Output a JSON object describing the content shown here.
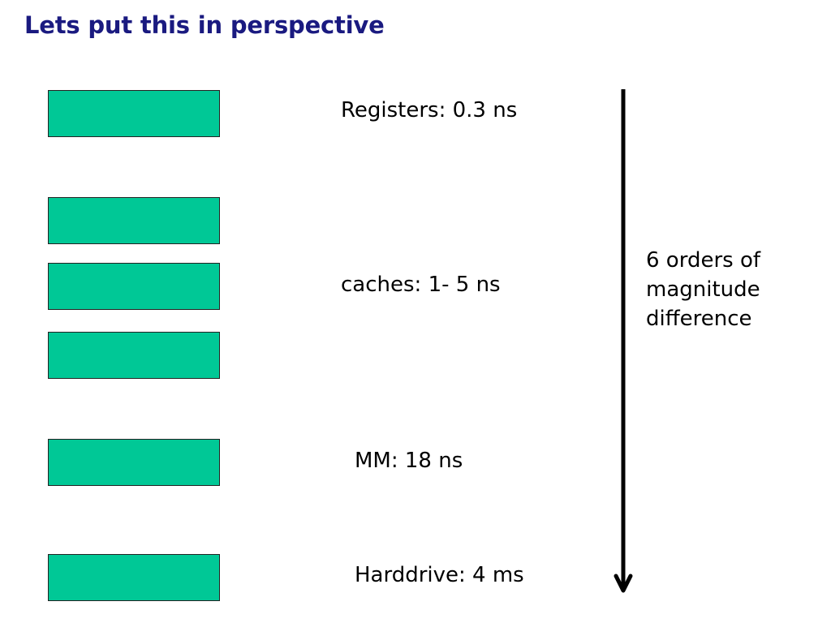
{
  "title": "Lets put this in perspective",
  "colors": {
    "title": "#1a1a80",
    "box_fill": "#00c896",
    "box_border": "#222222",
    "arrow": "#000000"
  },
  "levels": [
    {
      "label": "Registers: 0.3 ns"
    },
    {
      "label": "caches: 1- 5 ns"
    },
    {
      "label": "MM: 18 ns"
    },
    {
      "label": "Harddrive: 4 ms"
    }
  ],
  "note": "6 orders of magnitude difference"
}
